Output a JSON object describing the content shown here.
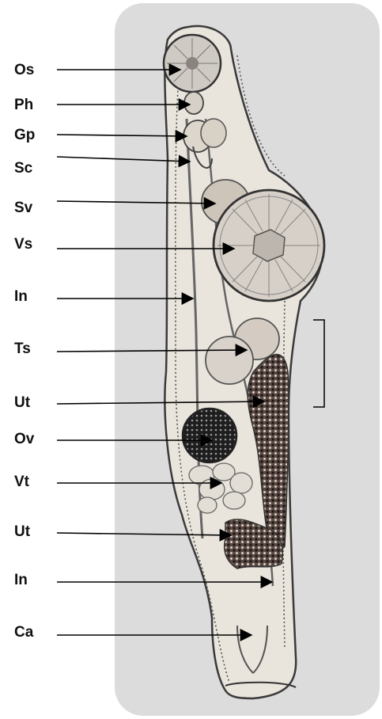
{
  "figure": {
    "labels": [
      {
        "text": "Os",
        "structure": "oral-sucker"
      },
      {
        "text": "Ph",
        "structure": "pharynx"
      },
      {
        "text": "Gp",
        "structure": "genital-pore"
      },
      {
        "text": "Sc",
        "structure": "sac"
      },
      {
        "text": "Sv",
        "structure": "seminal-vesicle"
      },
      {
        "text": "Vs",
        "structure": "ventral-sucker"
      },
      {
        "text": "In",
        "structure": "intestine"
      },
      {
        "text": "Ts",
        "structure": "testis"
      },
      {
        "text": "Ut",
        "structure": "uterus"
      },
      {
        "text": "Ov",
        "structure": "ovary"
      },
      {
        "text": "Vt",
        "structure": "vitellaria"
      },
      {
        "text": "Ut",
        "structure": "uterus"
      },
      {
        "text": "In",
        "structure": "intestine"
      },
      {
        "text": "Ca",
        "structure": "caecum"
      }
    ],
    "colors": {
      "panel": "#dcdcdc",
      "outline": "#3a3a3a",
      "uterus_fill": "#3b2f2f",
      "ovary_fill": "#2b2b2b",
      "sucker_fill": "#cfcac4"
    }
  }
}
